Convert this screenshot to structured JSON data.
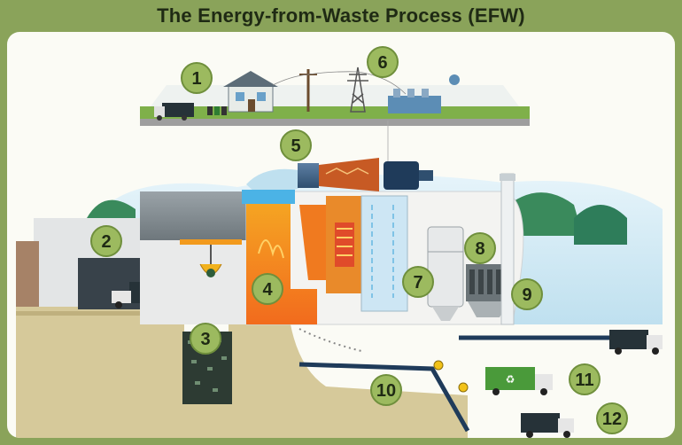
{
  "title": "The Energy-from-Waste Process (EFW)",
  "steps": [
    {
      "id": "1",
      "label": "1"
    },
    {
      "id": "2",
      "label": "2"
    },
    {
      "id": "3",
      "label": "3"
    },
    {
      "id": "4",
      "label": "4"
    },
    {
      "id": "5",
      "label": "5"
    },
    {
      "id": "6",
      "label": "6"
    },
    {
      "id": "7",
      "label": "7"
    },
    {
      "id": "8",
      "label": "8"
    },
    {
      "id": "9",
      "label": "9"
    },
    {
      "id": "10",
      "label": "10"
    },
    {
      "id": "11",
      "label": "11"
    },
    {
      "id": "12",
      "label": "12"
    }
  ],
  "colors": {
    "frame": "#8aa35a",
    "badge_fill": "#9cba5f",
    "sky": "#cfe8f2",
    "ground": "#d6c99a",
    "fire": "#f7941d",
    "water": "#4bb3e6",
    "grass": "#7cb342"
  }
}
